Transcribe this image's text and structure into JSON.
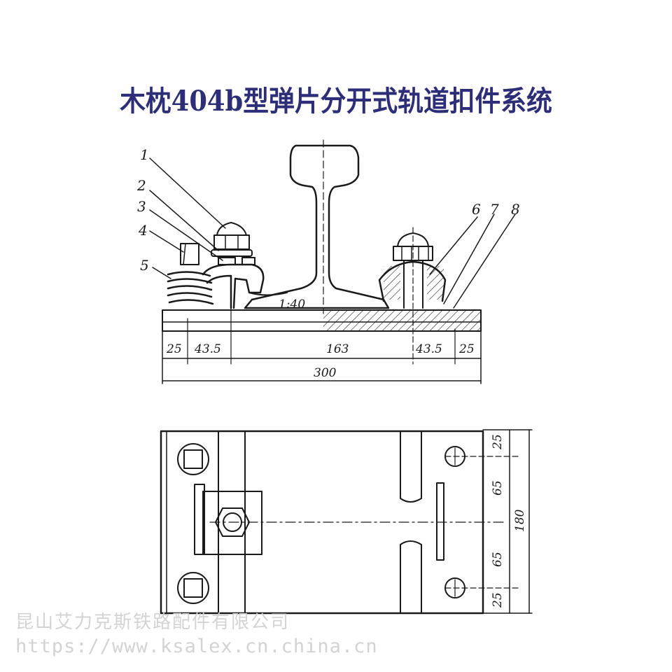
{
  "title": "木枕404b型弹片分开式轨道扣件系统",
  "side_view": {
    "part_labels": [
      "1",
      "2",
      "3",
      "4",
      "5",
      "6",
      "7",
      "8"
    ],
    "slope": "1:40",
    "dims": [
      "25",
      "43.5",
      "163",
      "43.5",
      "25",
      "300"
    ]
  },
  "plan_view": {
    "dims": [
      "25",
      "65",
      "180",
      "65",
      "25"
    ]
  },
  "watermark": {
    "company": "昆山艾力克斯铁路配件有限公司",
    "url": "https://www.ksalex.cn.china.cn"
  }
}
